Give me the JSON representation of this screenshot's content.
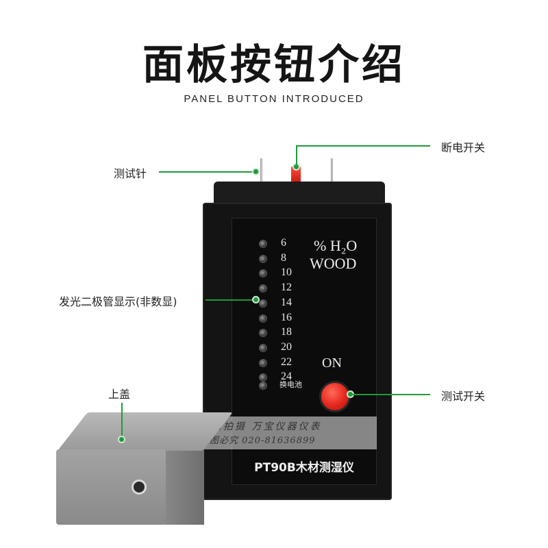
{
  "header": {
    "title": "面板按钮介绍",
    "subtitle": "PANEL BUTTON INTRODUCED"
  },
  "callouts": {
    "power_switch": "断电开关",
    "test_pins": "测试针",
    "led_display": "发光二极管显示(非数显)",
    "cover": "上盖",
    "test_switch": "测试开关"
  },
  "panel": {
    "scale": [
      "6",
      "8",
      "10",
      "12",
      "14",
      "16",
      "18",
      "20",
      "22",
      "24"
    ],
    "battery_label": "换电池",
    "h2o_label": "% H₂O",
    "wood_label": "WOOD",
    "on_label": "ON",
    "model_label": "PT90B木材测湿仪"
  },
  "watermark": {
    "line1": "实物拍摄 万宝仪器仪表",
    "line2": "盗图必究    020-81636899"
  },
  "colors": {
    "callout_line": "#1f9a3a",
    "button": "#e4261b",
    "device": "#141414",
    "cover": "#9a9a9a"
  }
}
